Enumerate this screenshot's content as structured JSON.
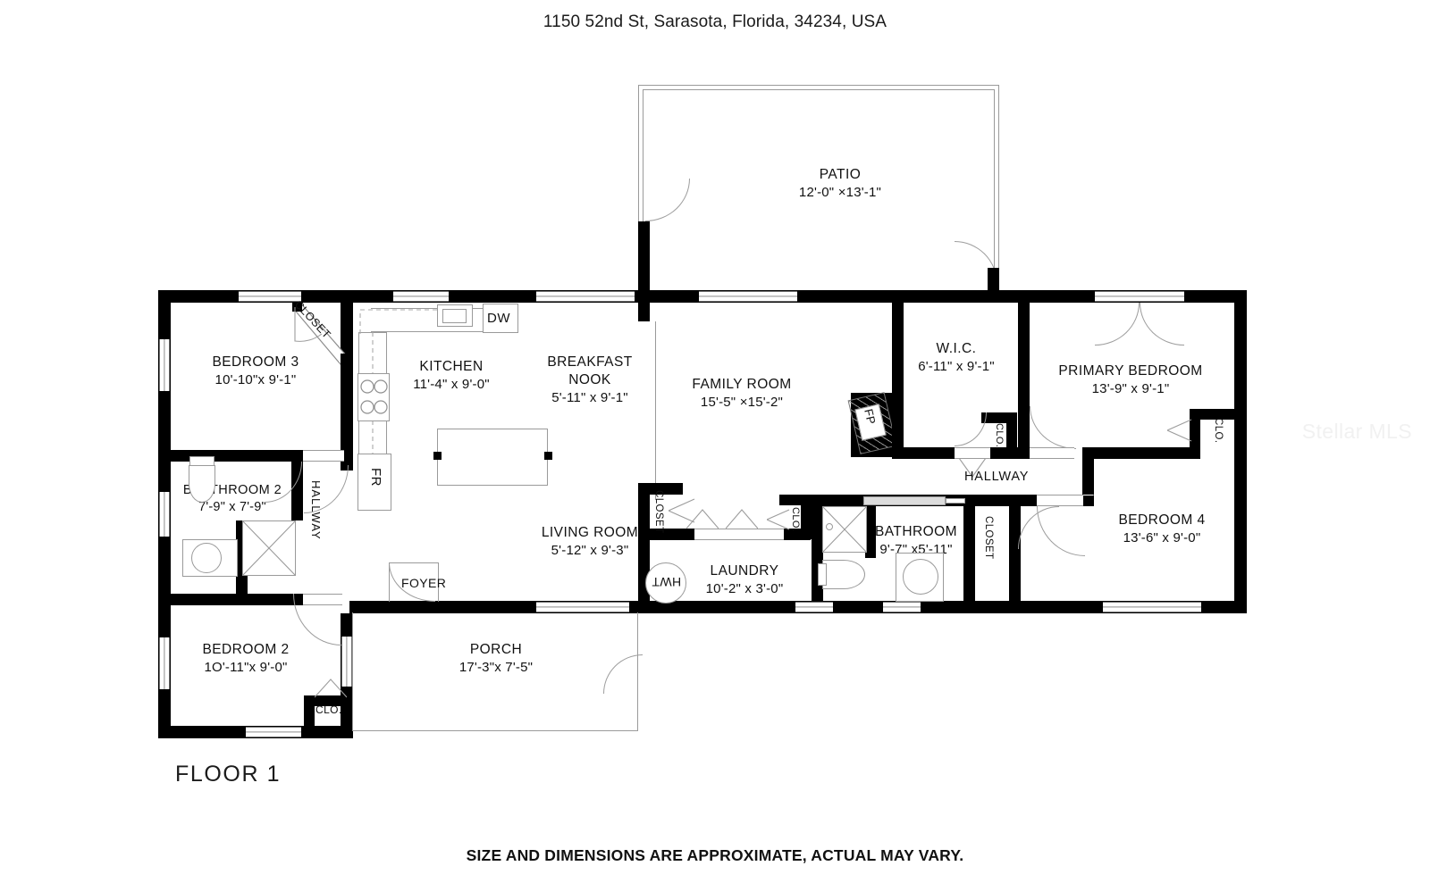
{
  "header": {
    "address": "1150 52nd St, Sarasota, Florida, 34234, USA"
  },
  "footer": {
    "floor_label": "FLOOR 1",
    "disclaimer": "SIZE AND DIMENSIONS ARE APPROXIMATE, ACTUAL MAY VARY.",
    "watermark": "Stellar MLS"
  },
  "rooms": [
    {
      "name": "PATIO",
      "dims": "12'-0\" ×13'-1\""
    },
    {
      "name": "BEDROOM 3",
      "dims": "10'-10\"x 9'-1\""
    },
    {
      "name": "KITCHEN",
      "dims": "11'-4\" x 9'-0\""
    },
    {
      "name": "BREAKFAST",
      "dims": "5'-11\" x 9'-1\"",
      "name2": "NOOK"
    },
    {
      "name": "FAMILY ROOM",
      "dims": "15'-5\" ×15'-2\""
    },
    {
      "name": "W.I.C.",
      "dims": "6'-11\" x 9'-1\""
    },
    {
      "name": "PRIMARY BEDROOM",
      "dims": "13'-9\" x 9'-1\""
    },
    {
      "name": "BRATHROOM 2",
      "dims": "7'-9\"  x 7'-9\""
    },
    {
      "name": "LIVING ROOM",
      "dims": "5'-12\" x 9'-3\""
    },
    {
      "name": "LAUNDRY",
      "dims": "10'-2\" x 3'-0\""
    },
    {
      "name": "BATHROOM",
      "dims": "9'-7\"  x5'-11\""
    },
    {
      "name": "BEDROOM 4",
      "dims": "13'-6\" x 9'-0\""
    },
    {
      "name": "BEDROOM 2",
      "dims": "1O'-11\"x 9'-0\""
    },
    {
      "name": "PORCH",
      "dims": "17'-3\"x 7'-5\""
    },
    {
      "name": "FOYER",
      "dims": ""
    }
  ],
  "labels": {
    "closet_bed3": "CLOSET",
    "hallway_left": "HALLWAY",
    "hallway_right": "HALLWAY",
    "closet_living": "CLOSET",
    "closet_bath_right": "CLOSET",
    "clo_laundry": "CLO.",
    "clo_wic": "CLO.",
    "clo_primary": "CLO.",
    "clo_bed2": "CLO.",
    "dishwasher": "DW",
    "fridge": "FR",
    "fireplace": "FP",
    "water_heater": "HWT"
  },
  "colors": {
    "wall": "#000000",
    "thin_line": "#9a9a9a",
    "text": "#111111",
    "background": "#ffffff",
    "watermark": "#f1f1f1"
  }
}
